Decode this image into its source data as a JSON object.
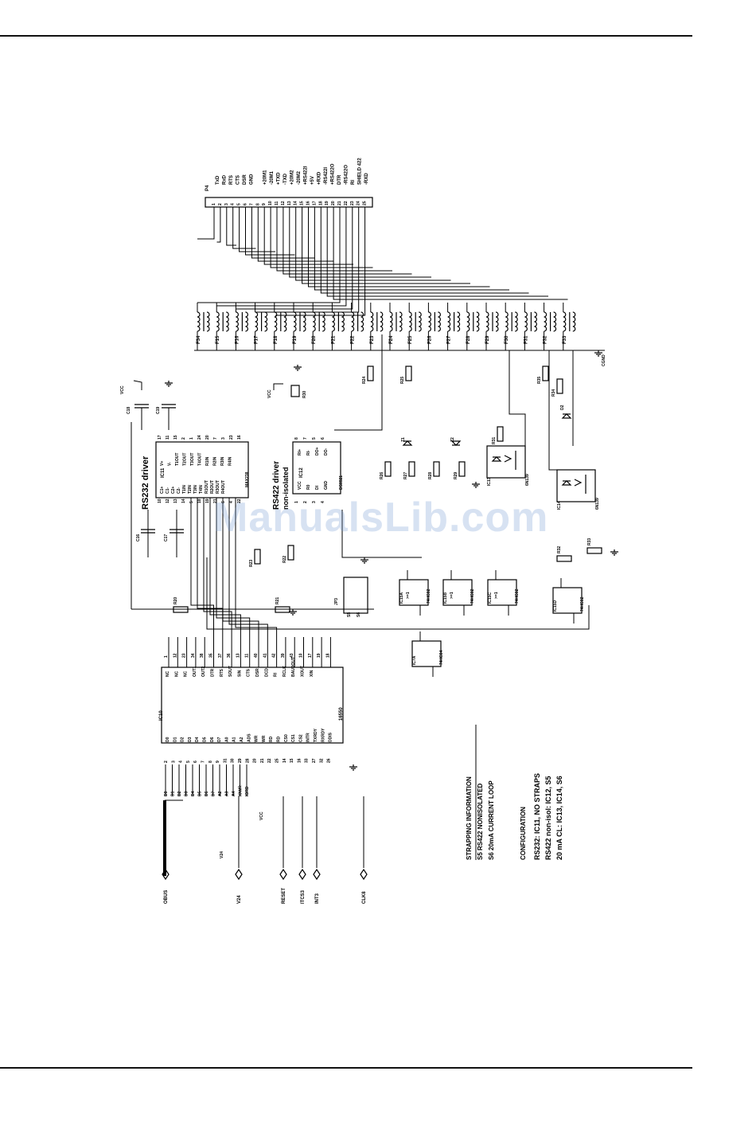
{
  "connector": {
    "name": "P4",
    "pins": [
      "1",
      "2",
      "3",
      "4",
      "5",
      "6",
      "7",
      "8",
      "9",
      "10",
      "11",
      "12",
      "13",
      "14",
      "15",
      "16",
      "17",
      "18",
      "19",
      "20",
      "21",
      "22",
      "23",
      "24",
      "25"
    ],
    "signals": [
      "TxD",
      "RxD",
      "RTS",
      "CTS",
      "DSR",
      "GND",
      "",
      "+20M1",
      "-20M1",
      "+TXD",
      "-TXD",
      "+20M2",
      "-20M2",
      "+RS422I",
      "+5V",
      "+RXD",
      "-RS422I",
      "+RS422O",
      "DTR",
      "-RS422O",
      "RI",
      "SHIELD 422",
      "-RXD"
    ]
  },
  "filters": [
    "F34",
    "F15",
    "F16",
    "F17",
    "F18",
    "F19",
    "F20",
    "F21",
    "F22",
    "F23",
    "F24",
    "F25",
    "F26",
    "F27",
    "F28",
    "F29",
    "F30",
    "F31",
    "F32",
    "F33"
  ],
  "ground_label": "CGND",
  "rs232": {
    "title": "RS232 driver",
    "ic": "IC11",
    "part": "MAX238",
    "pins_left": [
      "C1+",
      "C1-",
      "C2+",
      "C2-",
      "T1IN",
      "T2IN",
      "T3IN",
      "T4IN",
      "R1OUT",
      "R2OUT",
      "R3OUT",
      "R4OUT"
    ],
    "pins_right": [
      "V+",
      "V-",
      "T1OUT",
      "T2OUT",
      "T3OUT",
      "T4OUT",
      "R1IN",
      "R2IN",
      "R3IN",
      "R4IN"
    ],
    "pin_numbers": [
      "10",
      "12",
      "13",
      "14",
      "5",
      "18",
      "19",
      "21",
      "6",
      "4",
      "22",
      "17",
      "11",
      "15",
      "2",
      "1",
      "24",
      "20",
      "7",
      "3",
      "23",
      "16"
    ]
  },
  "rs422": {
    "title": "RS422 driver",
    "subtitle": "non-isolated",
    "ic": "IC12",
    "part": "DS8921",
    "pins": [
      "VCC",
      "R0",
      "DI",
      "GND",
      "RI+",
      "RI-",
      "DO+",
      "DO-"
    ],
    "pin_numbers": [
      "1",
      "2",
      "3",
      "4",
      "8",
      "7",
      "5",
      "6"
    ]
  },
  "uart": {
    "ic": "IC10",
    "part": "16550",
    "pins_left": [
      "D0",
      "D1",
      "D2",
      "D3",
      "D4",
      "D5",
      "D6",
      "D7",
      "A0",
      "A1",
      "A2",
      "ADS",
      "WR",
      "WR",
      "RD",
      "RD",
      "CS0",
      "CS1",
      "CS2",
      "INTR",
      "TXRDY",
      "RXRDY",
      "DDIS"
    ],
    "pins_right": [
      "NC",
      "NC",
      "NC",
      "OUT1",
      "OUT2",
      "DTR",
      "RTS",
      "SOUT",
      "SIN",
      "CTS",
      "DSR",
      "DCD",
      "RI",
      "RCLK",
      "BAUDOUT",
      "XOUT",
      "XIN"
    ],
    "pin_numbers_left": [
      "2",
      "3",
      "4",
      "5",
      "6",
      "7",
      "8",
      "9",
      "31",
      "30",
      "29",
      "28",
      "20",
      "21",
      "22",
      "25",
      "14",
      "15",
      "16",
      "33",
      "27",
      "32",
      "26"
    ],
    "pin_numbers_right": [
      "1",
      "12",
      "23",
      "34",
      "38",
      "35",
      "37",
      "36",
      "13",
      "11",
      "40",
      "41",
      "42",
      "39",
      "43",
      "10",
      "17",
      "19",
      "18"
    ]
  },
  "bus": {
    "signals": [
      "D0",
      "D1",
      "D2",
      "D3",
      "D4",
      "D5",
      "D6",
      "D7",
      "A2",
      "A3",
      "A4",
      "IOWR",
      "IORD"
    ],
    "inputs": [
      "OBUS",
      "V24",
      "RESET",
      "ITCS3",
      "INT3",
      "CLK8"
    ]
  },
  "components": {
    "capacitors": [
      "C18",
      "C19",
      "C16",
      "C17"
    ],
    "resistors": [
      "R20",
      "R21",
      "R22",
      "R23",
      "R24",
      "R25",
      "R26",
      "R27",
      "R28",
      "R29",
      "R30",
      "R31",
      "R32",
      "R33",
      "R34",
      "R35"
    ],
    "zeners": [
      "Z1",
      "Z2"
    ],
    "diodes": [
      "D2"
    ],
    "jumper": "JP3",
    "straps": [
      "S5",
      "S6"
    ],
    "gates": [
      {
        "ref": "IC15A",
        "part": "74HC02",
        "func": ">=1"
      },
      {
        "ref": "IC15B",
        "part": "74HC02",
        "func": ">=1"
      },
      {
        "ref": "IC15C",
        "part": "74HC02",
        "func": ">=1"
      },
      {
        "ref": "IC15D",
        "part": "74HC02",
        "func": ""
      },
      {
        "ref": "IC7A",
        "part": "74HC04",
        "func": ""
      }
    ],
    "optos": [
      {
        "ref": "IC13",
        "part": "6N139"
      },
      {
        "ref": "IC14",
        "part": "6N139"
      }
    ],
    "rails": [
      "VCC",
      "GND",
      "V24"
    ]
  },
  "strapping": {
    "heading": "STRAPPING INFORMATION",
    "lines": [
      "S5 RS422 NONISOLATED",
      "S6 20mA CURRENT LOOP"
    ]
  },
  "configuration": {
    "heading": "CONFIGURATION",
    "lines": [
      "RS232: IC11, NO STRAPS",
      "RS422 non-isol: IC12, S5",
      "20 mA CL: IC13, IC14, S6"
    ]
  },
  "watermark": "ManualsLib.com"
}
